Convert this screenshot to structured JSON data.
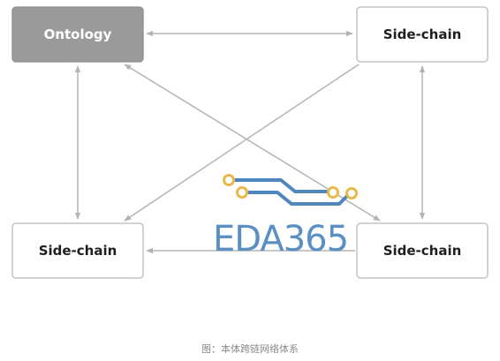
{
  "diagram": {
    "nodes": [
      {
        "id": "ontology",
        "label": "Ontology",
        "primary": true
      },
      {
        "id": "side-chain-top-right",
        "label": "Side-chain",
        "primary": false
      },
      {
        "id": "side-chain-bottom-left",
        "label": "Side-chain",
        "primary": false
      },
      {
        "id": "side-chain-bottom-right",
        "label": "Side-chain",
        "primary": false
      }
    ],
    "edges": [
      {
        "from": "ontology",
        "to": "side-chain-top-right",
        "arrows": "both"
      },
      {
        "from": "ontology",
        "to": "side-chain-bottom-left",
        "arrows": "both"
      },
      {
        "from": "side-chain-top-right",
        "to": "side-chain-bottom-right",
        "arrows": "both"
      },
      {
        "from": "ontology",
        "to": "side-chain-bottom-right",
        "arrows": "both"
      },
      {
        "from": "side-chain-top-right",
        "to": "side-chain-bottom-left",
        "arrows": "end"
      },
      {
        "from": "side-chain-bottom-right",
        "to": "side-chain-bottom-left",
        "arrows": "end"
      }
    ],
    "colors": {
      "primary_fill": "#9a9a9a",
      "node_border": "#b9b9b9",
      "edge": "#b3b3b3"
    }
  },
  "watermark": {
    "text": "EDA365",
    "text_color": "#5a8fc4",
    "pad_color": "#e8b948"
  },
  "caption": "图：本体跨链网络体系"
}
